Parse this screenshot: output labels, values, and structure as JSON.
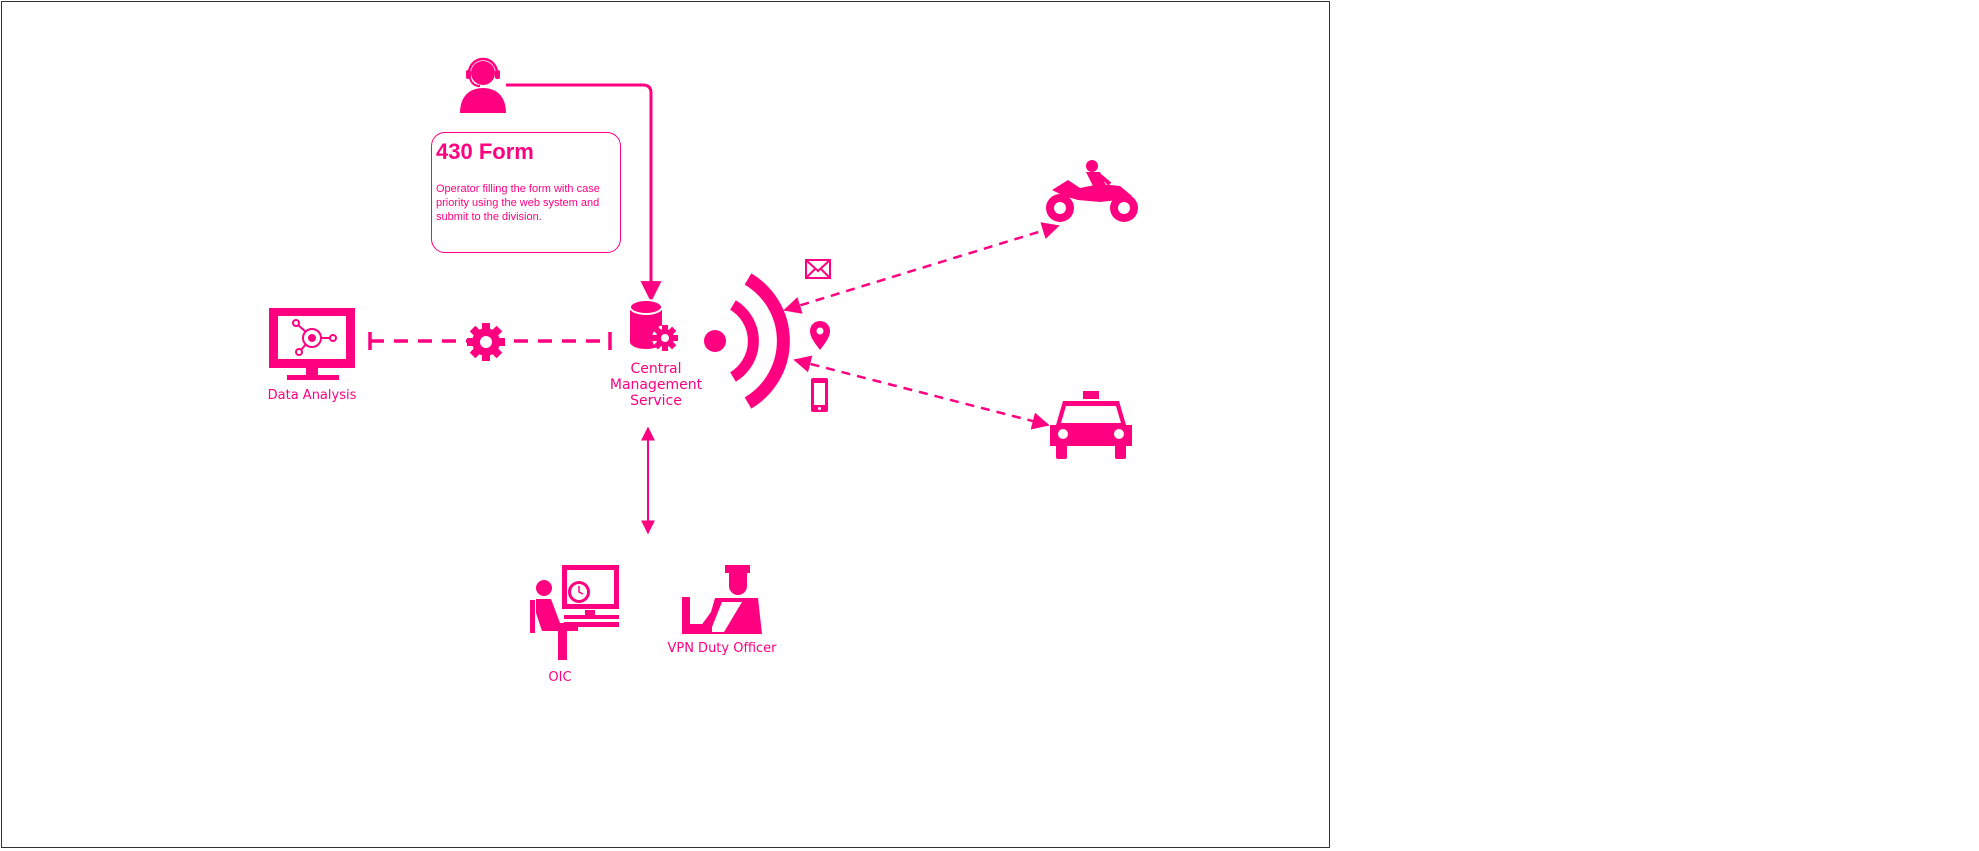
{
  "colors": {
    "accent": "#ff0080",
    "background": "#ffffff",
    "frame": "#333333"
  },
  "form_note": {
    "title": "430 Form",
    "body": "Operator filling the form with case priority using the web system and submit to the division."
  },
  "nodes": {
    "operator": {
      "icon": "operator-headset-icon"
    },
    "data_analysis": {
      "label": "Data Analysis",
      "icon": "monitor-network-icon"
    },
    "central_service": {
      "label_lines": [
        "Central",
        "Management",
        "Service"
      ],
      "icon": "database-gear-icon"
    },
    "oic": {
      "label": "OIC",
      "icon": "person-at-computer-icon"
    },
    "vpn_duty_officer": {
      "label": "VPN Duty Officer",
      "icon": "officer-desk-icon"
    },
    "motorcycle": {
      "icon": "motorcycle-rider-icon"
    },
    "taxi": {
      "icon": "taxi-icon"
    }
  },
  "channel_icons": [
    "envelope-icon",
    "map-pin-icon",
    "smartphone-icon"
  ],
  "connector_icons": [
    "gear-icon",
    "wireless-signal-icon"
  ]
}
